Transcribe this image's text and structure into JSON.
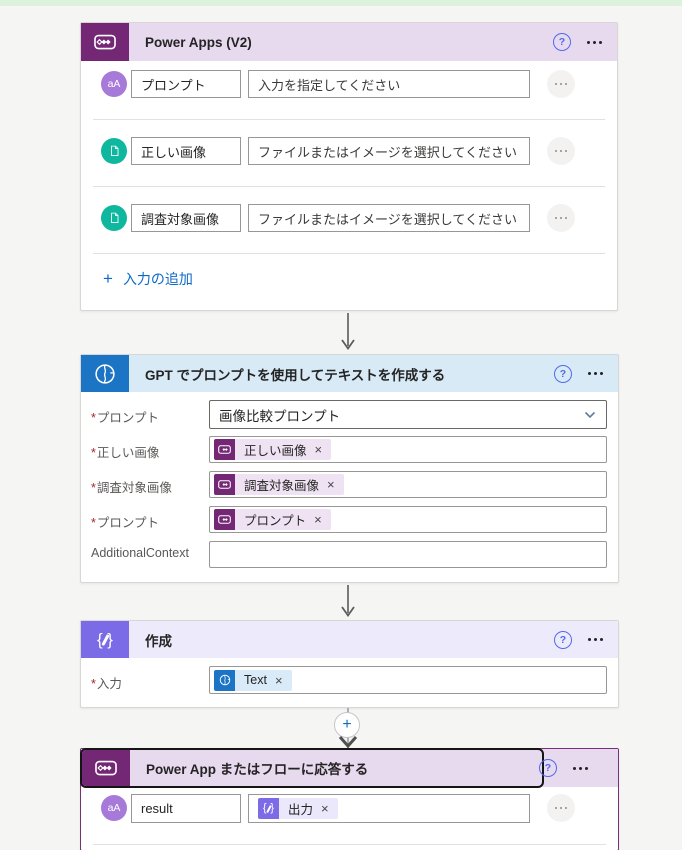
{
  "glyphs": {
    "help": "?",
    "plus": "+",
    "close": "×",
    "text_input": "aA",
    "brace_open": "{",
    "brace_close": "}"
  },
  "trigger_card": {
    "title": "Power Apps (V2)",
    "inputs": [
      {
        "name": "プロンプト",
        "value": "入力を指定してください"
      },
      {
        "name": "正しい画像",
        "value": "ファイルまたはイメージを選択してください"
      },
      {
        "name": "調査対象画像",
        "value": "ファイルまたはイメージを選択してください"
      }
    ],
    "add_input_label": "入力の追加"
  },
  "gpt_card": {
    "title": "GPT でプロンプトを使用してテキストを作成する",
    "required_marker": "*",
    "fields": [
      {
        "label": "プロンプト",
        "value": "画像比較プロンプト"
      },
      {
        "label": "正しい画像",
        "token": "正しい画像"
      },
      {
        "label": "調査対象画像",
        "token": "調査対象画像"
      },
      {
        "label": "プロンプト",
        "token": "プロンプト"
      },
      {
        "label": "AdditionalContext"
      }
    ]
  },
  "compose_card": {
    "title": "作成",
    "required_marker": "*",
    "field_label": "入力",
    "token": "Text"
  },
  "respond_card": {
    "title": "Power App またはフローに応答する",
    "row": {
      "name": "result",
      "token": "出力"
    }
  },
  "colors": {
    "power_apps": "#742774",
    "ai_builder": "#1b74c4",
    "data_operation": "#7b6be6",
    "accent_blue": "#0c69c8"
  }
}
